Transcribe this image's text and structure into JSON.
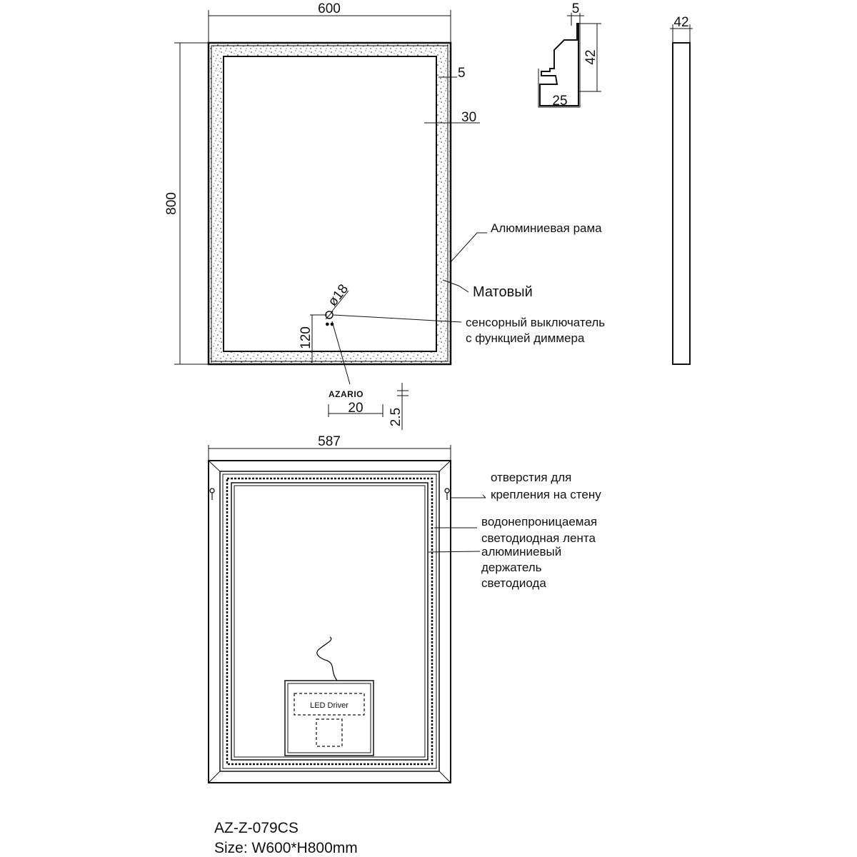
{
  "front_view": {
    "width_dim": "600",
    "height_dim": "800",
    "frame_dim": "5",
    "border_dim": "30",
    "switch_diameter_dim": "ø18",
    "switch_offset_dim": "120",
    "logo_text": "AZARIO",
    "logo_width_dim": "20",
    "logo_height_dim": "2.5"
  },
  "labels": {
    "aluminium_frame": "Алюминиевая рама",
    "matte": "Матовый",
    "touch_switch_line1": "сенсорный выключатель",
    "touch_switch_line2": "с функцией диммера",
    "mount_holes_line1": "отверстия для",
    "mount_holes_line2": "крепления на стену",
    "led_strip_line1": "водонепроницаемая",
    "led_strip_line2": "светодиодная лента",
    "led_holder_line1": "алюминиевый",
    "led_holder_line2": "держатель",
    "led_holder_line3": "светодиода"
  },
  "profile_view": {
    "top_dim": "5",
    "height_dim": "42",
    "width_dim": "25"
  },
  "side_view": {
    "depth_dim": "42"
  },
  "back_view": {
    "width_dim": "587",
    "driver_label": "LED Driver"
  },
  "footer": {
    "model": "AZ-Z-079CS",
    "size": "Size: W600*H800mm"
  }
}
